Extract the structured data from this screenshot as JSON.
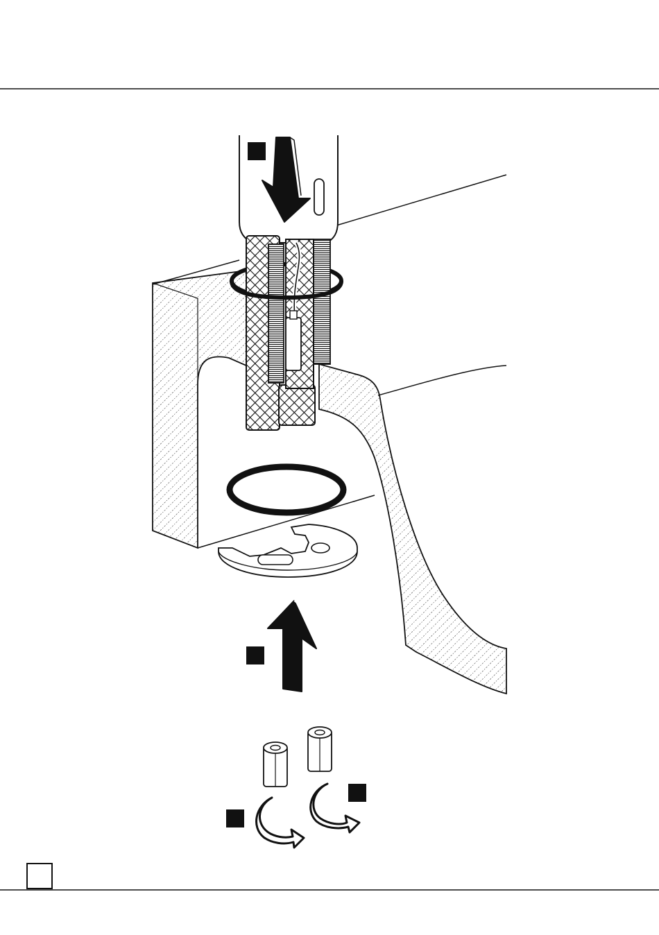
{
  "page": {
    "number": "",
    "ink_color": "#111111",
    "paper_color": "#ffffff"
  },
  "steps": [
    {
      "id": "step-1",
      "label": "",
      "icon": "arrow-down-icon"
    },
    {
      "id": "step-2",
      "label": "",
      "icon": "arrow-up-icon"
    },
    {
      "id": "step-3",
      "label": "",
      "icon": "rotate-icon"
    },
    {
      "id": "step-4",
      "label": "",
      "icon": "rotate-icon"
    }
  ]
}
